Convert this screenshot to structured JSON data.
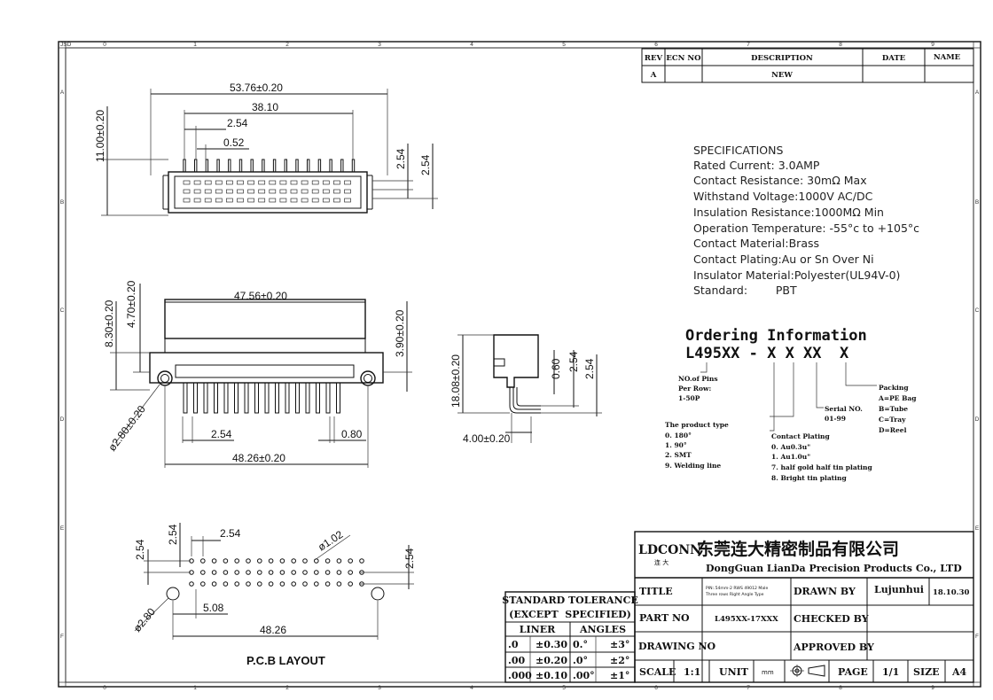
{
  "frame": {
    "corner": "JSD",
    "columns": [
      "0",
      "1",
      "2",
      "3",
      "4",
      "5",
      "6",
      "7",
      "8",
      "9"
    ],
    "rows": [
      "A",
      "B",
      "C",
      "D",
      "E",
      "F"
    ]
  },
  "revision_table": {
    "headers": [
      "REV",
      "ECN NO",
      "DESCRIPTION",
      "DATE",
      "NAME"
    ],
    "row": [
      "A",
      "",
      "NEW",
      "",
      ""
    ]
  },
  "top_view": {
    "overall_length": "53.76±0.20",
    "pin_span": "38.10",
    "pitch": "2.54",
    "pin_width": "0.52",
    "height": "11.00±0.20",
    "row_pitch_1": "2.54",
    "row_pitch_2": "2.54"
  },
  "front_view": {
    "body_width": "47.56±0.20",
    "dim_830": "8.30±0.20",
    "dim_470": "4.70±0.20",
    "dim_390": "3.90±0.20",
    "hole": "ø2.80±0.20",
    "pitch": "2.54",
    "pin_width": "0.80",
    "hole_span": "48.26±0.20"
  },
  "side_view": {
    "height": "18.08±0.20",
    "dim_060": "0.60",
    "dim_254a": "2.54",
    "dim_254b": "2.54",
    "depth": "4.00±0.20"
  },
  "specifications": {
    "title": "SPECIFICATIONS",
    "lines": [
      "Rated Current: 3.0AMP",
      "Contact Resistance: 30mΩ Max",
      "Withstand Voltage:1000V AC/DC",
      "Insulation Resistance:1000MΩ Min",
      "Operation Temperature: -55°c to +105°c",
      "Contact Material:Brass",
      "Contact Plating:Au or Sn Over Ni",
      "Insulator Material:Polyester(UL94V-0)",
      "Standard:        PBT"
    ]
  },
  "ordering": {
    "title": "Ordering Information",
    "code": "L495XX - X X XX  X",
    "pins_note": [
      "NO.of Pins",
      "Per Row:",
      "1-50P"
    ],
    "product_type": [
      "The product type",
      "0. 180°",
      "1. 90°",
      "2. SMT",
      "9. Welding line"
    ],
    "contact_plating": [
      "Contact Plating",
      "0. Au0.3u\"",
      "1. Au1.0u\"",
      "7. half gold half tin plating",
      "8. Bright tin plating"
    ],
    "serial": [
      "Serial NO.",
      "01-99"
    ],
    "packing": [
      "Packing",
      "A=PE Bag",
      "B=Tube",
      "C=Tray",
      "D=Reel"
    ]
  },
  "pcb_layout": {
    "label": "P.C.B LAYOUT",
    "dim_254_left": "2.54",
    "dim_254_top": "2.54",
    "dim_254_mid": "2.54",
    "drill": "ø1.02",
    "dim_254_right": "2.54",
    "hole": "ø2.80",
    "offset": "5.08",
    "span": "48.26"
  },
  "tolerance": {
    "title1": "STANDARD TOLERANCE",
    "title2": "(EXCEPT  SPECIFIED)",
    "col_liner": "LINER",
    "col_angles": "ANGLES",
    "rows": [
      [
        ".0",
        "±0.30",
        "0.°",
        "±3°"
      ],
      [
        ".00",
        "±0.20",
        ".0°",
        "±2°"
      ],
      [
        ".000",
        "±0.10",
        ".00°",
        "±1°"
      ]
    ]
  },
  "title_block": {
    "logo": "LDCONN",
    "logo_sub": "连 大",
    "company_cn": "东莞连大精密制品有限公司",
    "company_en": "DongGuan LianDa Precision Products Co., LTD",
    "title_label": "TITLE",
    "title_value_1": "PIN:.54mm-2 RWS 49012 Male",
    "title_value_2": "Three rows Right Angle Type",
    "drawn_label": "DRAWN BY",
    "drawn_value": "Lujunhui",
    "drawn_date": "18.10.30",
    "part_label": "PART NO",
    "part_value": "L495XX-17XXX",
    "checked_label": "CHECKED BY",
    "drawing_label": "DRAWING NO",
    "approved_label": "APPROVED BY",
    "scale_label": "SCALE",
    "scale_value": "1:1",
    "unit_label": "UNIT",
    "unit_value": "mm",
    "page_label": "PAGE",
    "page_value": "1/1",
    "size_label": "SIZE",
    "size_value": "A4"
  }
}
